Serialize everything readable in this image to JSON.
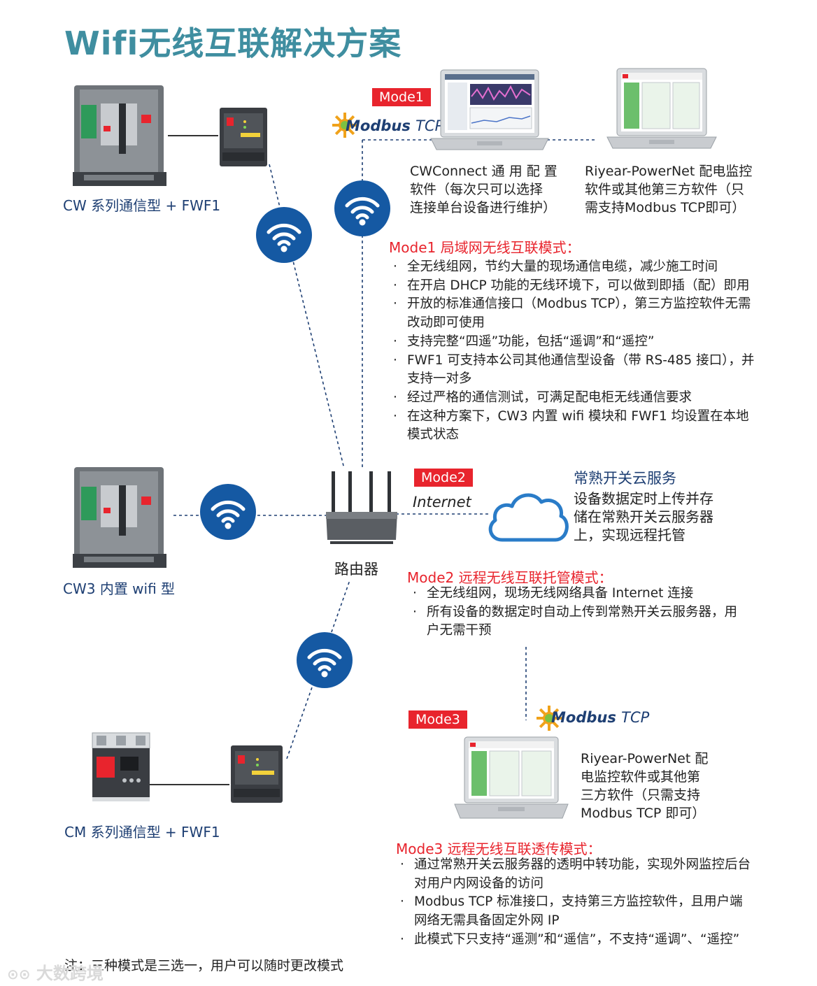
{
  "title": "Wifi无线互联解决方案",
  "mode1": {
    "badge": "Mode1",
    "protocol": {
      "brand": "Modbus",
      "suffix": "TCP"
    },
    "software_left": [
      "CWConnect 通 用 配 置",
      "软件（每次只可以选择",
      "连接单台设备进行维护）"
    ],
    "software_right": [
      "Riyear-PowerNet 配电监控",
      "软件或其他第三方软件（只",
      "需支持Modbus TCP即可）"
    ],
    "heading": "Mode1 局域网无线互联模式：",
    "bullets": [
      "全无线组网，节约大量的现场通信电缆，减少施工时间",
      "在开启 DHCP 功能的无线环境下，可以做到即插（配）即用",
      "开放的标准通信接口（Modbus TCP），第三方监控软件无需改动即可使用",
      "支持完整“四遥”功能，包括“遥调”和“遥控”",
      "FWF1 可支持本公司其他通信型设备（带 RS-485 接口），并支持一对多",
      "经过严格的通信测试，可满足配电柜无线通信要求",
      "在这种方案下，CW3 内置 wifi 模块和 FWF1 均设置在本地模式状态"
    ]
  },
  "devices": {
    "cw": "CW 系列通信型 + FWF1",
    "cw3": "CW3 内置 wifi 型",
    "cm": "CM 系列通信型 + FWF1",
    "router": "路由器"
  },
  "mode2": {
    "badge": "Mode2",
    "internet": "Internet",
    "cloud_title": "常熟开关云服务",
    "cloud_desc": [
      "设备数据定时上传并存",
      "储在常熟开关云服务器",
      "上，实现远程托管"
    ],
    "heading": "Mode2 远程无线互联托管模式：",
    "bullets": [
      "全无线组网，现场无线网络具备 Internet 连接",
      "所有设备的数据定时自动上传到常熟开关云服务器，用户无需干预"
    ]
  },
  "mode3": {
    "badge": "Mode3",
    "protocol": {
      "brand": "Modbus",
      "suffix": "TCP"
    },
    "software": [
      "Riyear-PowerNet 配",
      "电监控软件或其他第",
      "三方软件（只需支持",
      "Modbus TCP 即可）"
    ],
    "heading": "Mode3 远程无线互联透传模式：",
    "bullets": [
      "通过常熟开关云服务器的透明中转功能，实现外网监控后台对用户内网设备的访问",
      "Modbus TCP 标准接口，支持第三方监控软件，且用户端网络无需具备固定外网 IP",
      "此模式下只支持“遥测”和“遥信”，不支持“遥调”、“遥控”"
    ]
  },
  "note": "注：三种模式是三选一，用户可以随时更改模式",
  "watermark": "大数跨境",
  "colors": {
    "accent_red": "#e8242d",
    "wifi_blue": "#1559a3",
    "title_teal": "#3f8ea0",
    "label_navy": "#1e3f73"
  }
}
